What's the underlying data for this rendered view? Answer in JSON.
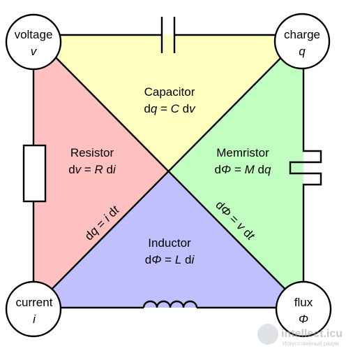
{
  "colors": {
    "capacitor_region": "#ffffc0",
    "resistor_region": "#ffc0c0",
    "memristor_region": "#c0ffc0",
    "inductor_region": "#c0c0ff",
    "line": "#000000"
  },
  "nodes": {
    "voltage": {
      "name": "voltage",
      "symbol": "v"
    },
    "charge": {
      "name": "charge",
      "symbol": "q"
    },
    "current": {
      "name": "current",
      "symbol": "i"
    },
    "flux": {
      "name": "flux",
      "symbol": "Φ"
    }
  },
  "elements": {
    "capacitor": {
      "name": "Capacitor",
      "eq": {
        "a": "d",
        "b": "q",
        "c": " = ",
        "d": "C",
        "e": " d",
        "f": "v"
      }
    },
    "resistor": {
      "name": "Resistor",
      "eq": {
        "a": "d",
        "b": "v",
        "c": " = ",
        "d": "R",
        "e": " d",
        "f": "i"
      }
    },
    "memristor": {
      "name": "Memristor",
      "eq": {
        "a": "d",
        "b": "Φ",
        "c": " = ",
        "d": "M",
        "e": " d",
        "f": "q"
      }
    },
    "inductor": {
      "name": "Inductor",
      "eq": {
        "a": "d",
        "b": "Φ",
        "c": " = ",
        "d": "L",
        "e": " d",
        "f": "i"
      }
    }
  },
  "diagonals": {
    "left": {
      "a": "d",
      "b": "q",
      "c": " = ",
      "d": "i",
      "e": " d",
      "f": "t"
    },
    "right": {
      "a": "d",
      "b": "Φ",
      "c": " = ",
      "d": "v",
      "e": " d",
      "f": "t"
    }
  },
  "watermark": {
    "main": "intellect.icu",
    "sub": "Искусственный разум"
  }
}
